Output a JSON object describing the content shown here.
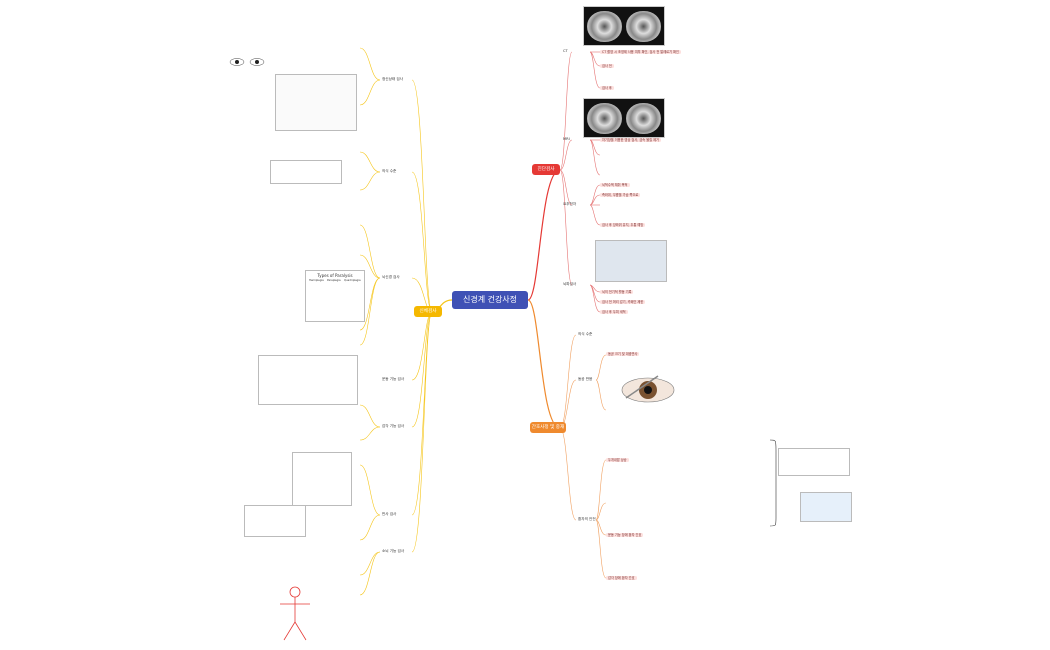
{
  "central": "신경계 건강사정",
  "branches": {
    "diagnostic": "진단검사",
    "physical": "신체검사",
    "nursing": "간호사정 및 중재"
  },
  "diagnostic_items": {
    "ct": "CT",
    "mri": "MRI",
    "lumbar": "요추천자",
    "ct_def": "CT 촬영 시 조영제 사용 여부 확인, 검사 전 알레르기 확인",
    "ct_n1": "검사 전",
    "ct_n2": "검사 후",
    "mri_def": "자기장을 이용한 영상 검사, 금속 물질 제거",
    "lp_def": "뇌척수액 채취 목적",
    "lp_pos": "측와위, 무릎을 가슴 쪽으로",
    "lp_post": "검사 후 앙와위 유지, 두통 예방",
    "eeg": "뇌파검사",
    "eeg_def": "뇌의 전기적 활동 기록",
    "eeg_pre": "검사 전 머리 감기, 카페인 제한",
    "eeg_post": "검사 후 두피 세척"
  },
  "nursing_items": {
    "n1": "의식 수준",
    "n2": "동공 반응",
    "n3": "동공 크기 및 대광반사",
    "n4": "두개내압 상승",
    "n5": "환자의 안전",
    "n6": "운동 기능 장애 환자 간호",
    "n7": "감각 장애 환자 간호"
  },
  "physical_items": {
    "p1": "정신상태 검사",
    "p2": "의식 수준",
    "p3": "뇌신경 검사",
    "p4": "운동 기능 검사",
    "p5": "감각 기능 검사",
    "p6": "반사 검사",
    "p7": "소뇌 기능 검사",
    "legend_title": "Types of Paralysis",
    "legend_items": [
      "Hemiplegia",
      "Paraplegia",
      "Quadriplegia"
    ]
  }
}
